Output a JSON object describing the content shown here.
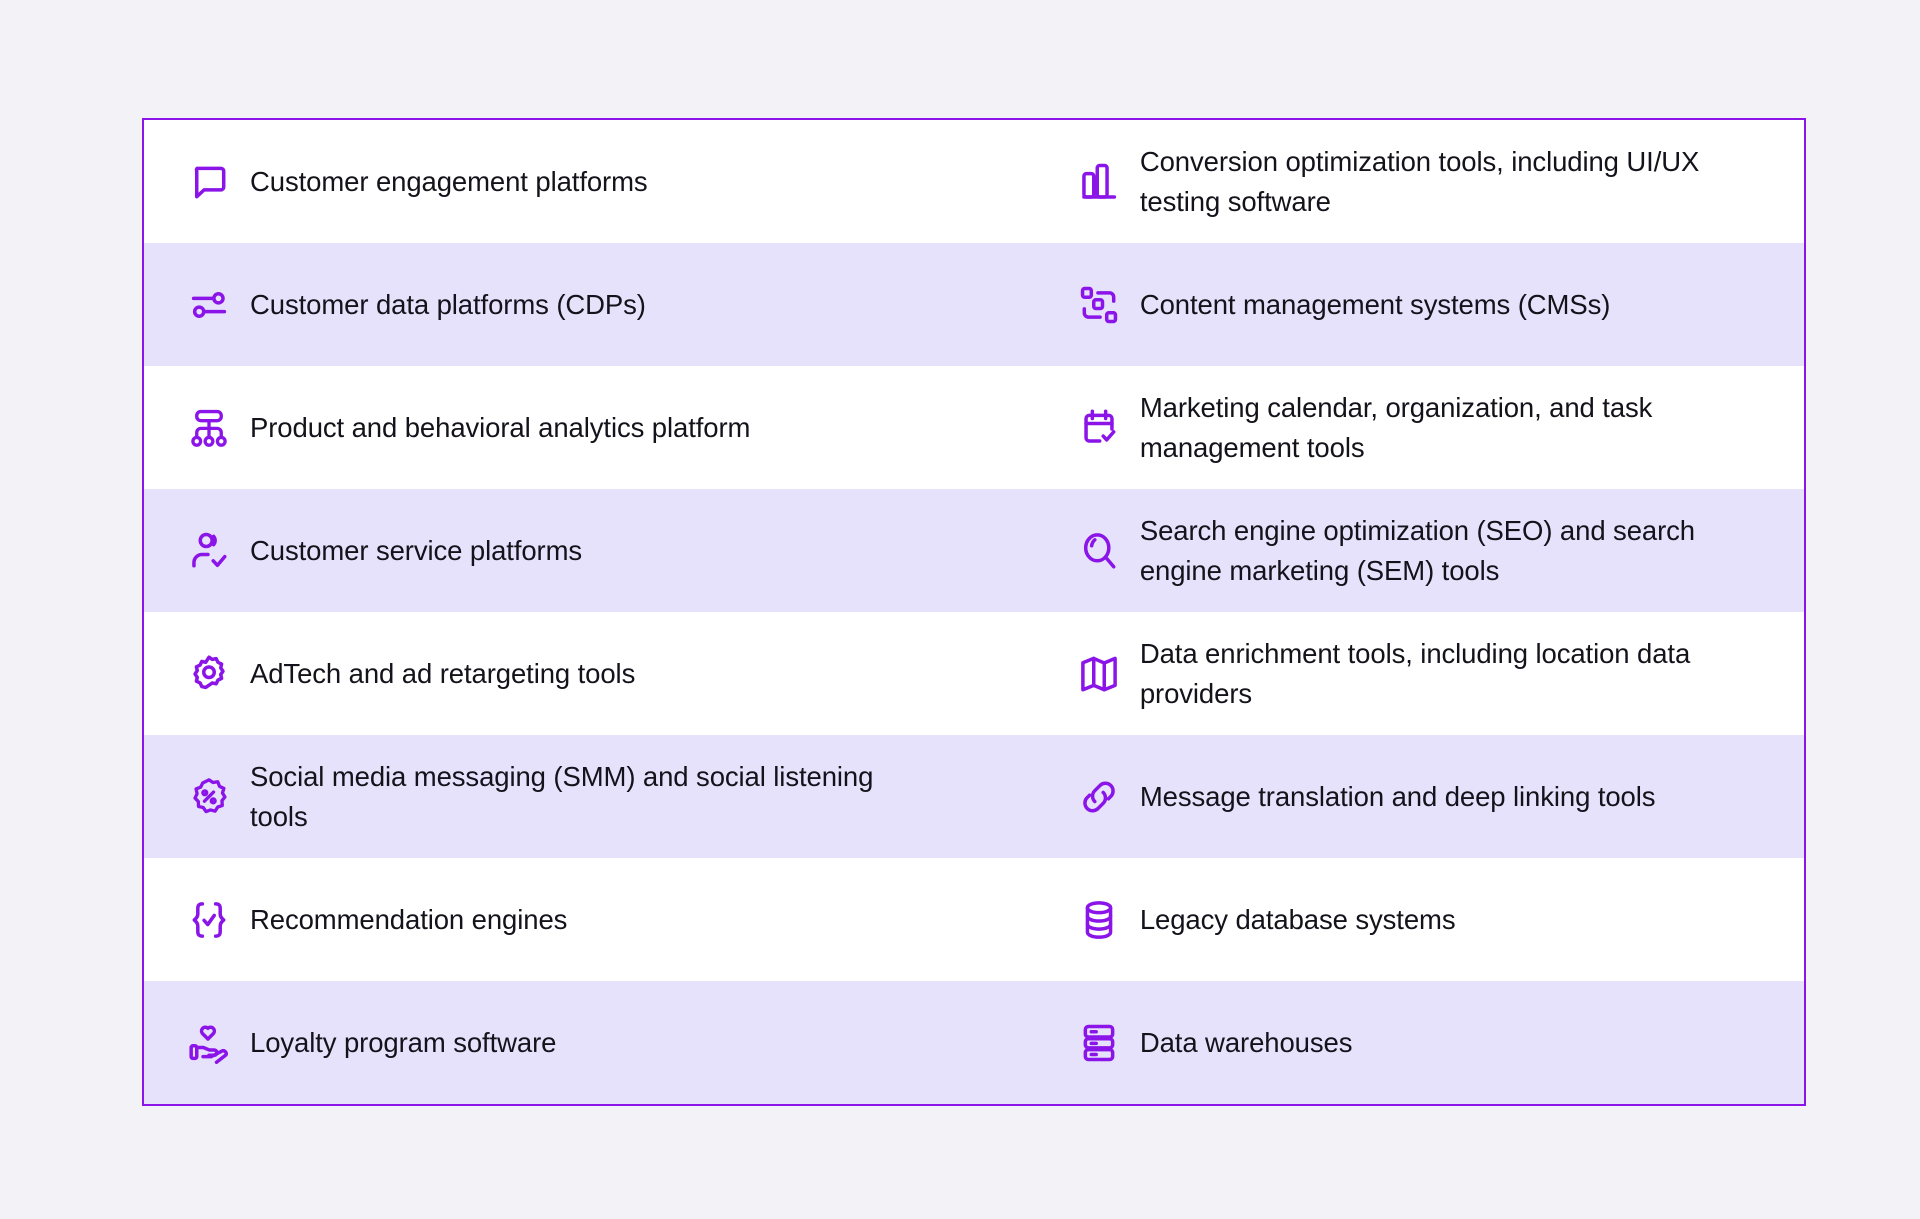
{
  "colors": {
    "page_background": "#F3F2F7",
    "card_border": "#8B14E8",
    "icon_accent": "#8B14E8",
    "row_shade_tint": "#E6E2FB",
    "row_shade_light": "#FFFFFF",
    "text": "#14121A"
  },
  "table": {
    "rows": [
      {
        "shade": "light",
        "left": {
          "icon": "chat-bubble-icon",
          "label": "Customer engagement platforms"
        },
        "right": {
          "icon": "bar-chart-icon",
          "label": "Conversion optimization tools, including UI/UX testing software"
        }
      },
      {
        "shade": "tint",
        "left": {
          "icon": "sliders-icon",
          "label": "Customer data platforms (CDPs)"
        },
        "right": {
          "icon": "content-blocks-icon",
          "label": "Content management systems (CMSs)"
        }
      },
      {
        "shade": "light",
        "left": {
          "icon": "hierarchy-icon",
          "label": "Product and behavioral analytics platform"
        },
        "right": {
          "icon": "calendar-check-icon",
          "label": "Marketing calendar, organization, and task management tools"
        }
      },
      {
        "shade": "tint",
        "left": {
          "icon": "user-check-icon",
          "label": "Customer service platforms"
        },
        "right": {
          "icon": "search-icon",
          "label": "Search engine optimization (SEO) and search engine marketing (SEM) tools"
        }
      },
      {
        "shade": "light",
        "left": {
          "icon": "gear-icon",
          "label": "AdTech and ad retargeting tools"
        },
        "right": {
          "icon": "map-icon",
          "label": "Data enrichment tools, including location data providers"
        }
      },
      {
        "shade": "tint",
        "left": {
          "icon": "percent-badge-icon",
          "label": "Social media messaging (SMM) and social listening tools"
        },
        "right": {
          "icon": "link-icon",
          "label": "Message translation and deep linking tools"
        }
      },
      {
        "shade": "light",
        "left": {
          "icon": "braces-check-icon",
          "label": "Recommendation engines"
        },
        "right": {
          "icon": "database-icon",
          "label": "Legacy database systems"
        }
      },
      {
        "shade": "tint",
        "left": {
          "icon": "hand-heart-icon",
          "label": "Loyalty program software"
        },
        "right": {
          "icon": "server-stack-icon",
          "label": "Data warehouses"
        }
      }
    ]
  }
}
